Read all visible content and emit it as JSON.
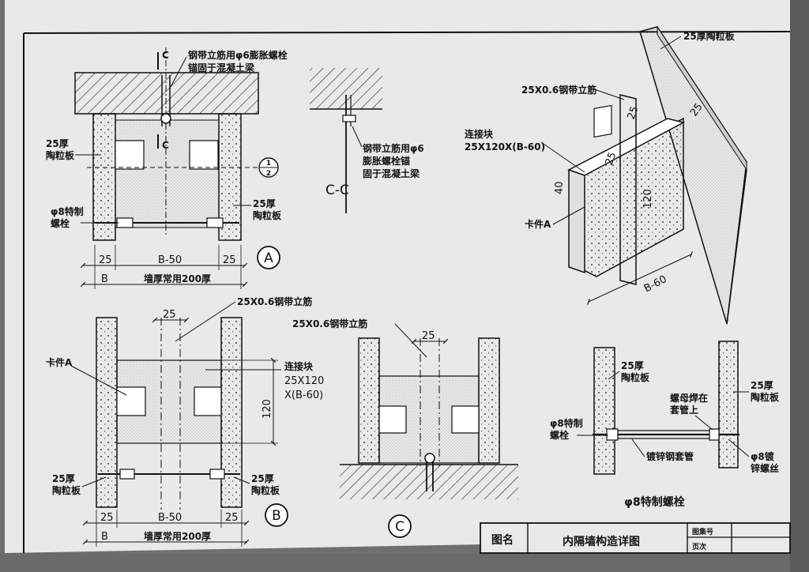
{
  "detail_a": {
    "anchor_note_1": "钢带立筋用φ6膨胀螺栓",
    "anchor_note_2": "锚固于混凝土梁",
    "section_mark_c": "C",
    "panel_left_1": "25厚",
    "panel_left_2": "陶粒板",
    "panel_right_1": "25厚",
    "panel_right_2": "陶粒板",
    "bolt_label_1": "φ8特制",
    "bolt_label_2": "螺栓",
    "index_top": "1",
    "index_bottom": "2",
    "dim_left": "25",
    "dim_mid": "B-50",
    "dim_right": "25",
    "dim_b": "B",
    "dim_note": "墙厚常用200厚",
    "marker": "A"
  },
  "section_cc": {
    "note_1": "钢带立筋用φ6",
    "note_2": "膨胀螺栓锚",
    "note_3": "固于混凝土梁",
    "title": "C-C"
  },
  "iso_view": {
    "panel": "25厚陶粒板",
    "stud": "25X0.6钢带立筋",
    "block_1": "连接块",
    "block_2": "25X120X(B-60)",
    "dim_25a": "25",
    "dim_25b": "25",
    "dim_25c": "25",
    "dim_40": "40",
    "dim_120": "120",
    "dim_b60": "B-60",
    "clip": "卡件A"
  },
  "detail_b": {
    "stud": "25X0.6钢带立筋",
    "dim_25": "25",
    "clip": "卡件A",
    "block_1": "连接块",
    "block_2": "25X120",
    "block_3": "X(B-60)",
    "dim_120": "120",
    "panel_left_1": "25厚",
    "panel_left_2": "陶粒板",
    "panel_right_1": "25厚",
    "panel_right_2": "陶粒板",
    "dim_left": "25",
    "dim_mid": "B-50",
    "dim_right": "25",
    "dim_b": "B",
    "dim_note": "墙厚常用200厚",
    "marker": "B"
  },
  "detail_c": {
    "stud": "25X0.6钢带立筋",
    "dim_25": "25",
    "marker": "C"
  },
  "bolt_detail": {
    "panel_left_1": "25厚",
    "panel_left_2": "陶粒板",
    "panel_right_1": "25厚",
    "panel_right_2": "陶粒板",
    "nut_1": "螺母焊在",
    "nut_2": "套管上",
    "bolt_1": "φ8特制",
    "bolt_2": "螺栓",
    "sleeve": "镀锌钢套管",
    "washer_1": "φ8镀",
    "washer_2": "锌螺丝",
    "title": "φ8特制螺栓"
  },
  "title_block": {
    "name_label": "图名",
    "name": "内隔墙构造详图",
    "atlas_label": "图集号",
    "page_label": "页次"
  }
}
